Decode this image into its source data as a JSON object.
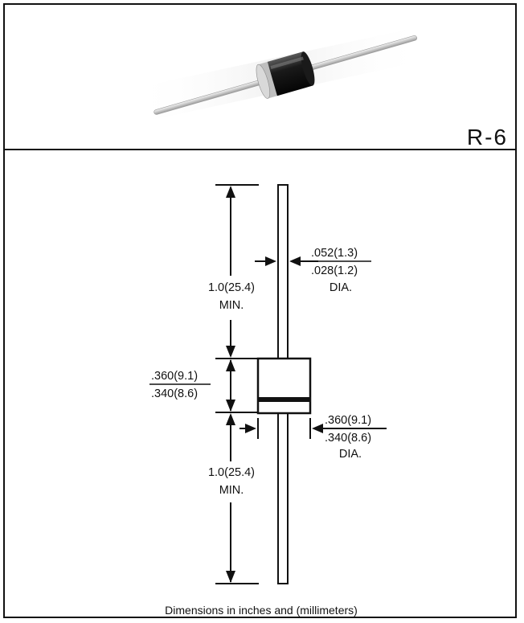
{
  "package": {
    "name": "R-6"
  },
  "dimensions": {
    "lead_dia_top": ".052(1.3)",
    "lead_dia_bottom": ".028(1.2)",
    "lead_dia_suffix": "DIA.",
    "lead_length_upper_1": "1.0(25.4)",
    "lead_length_upper_2": "MIN.",
    "body_length_top": ".360(9.1)",
    "body_length_bottom": ".340(8.6)",
    "body_dia_top": ".360(9.1)",
    "body_dia_bottom": ".340(8.6)",
    "body_dia_suffix": "DIA.",
    "lead_length_lower_1": "1.0(25.4)",
    "lead_length_lower_2": "MIN."
  },
  "footer": {
    "note": "Dimensions in inches and (millimeters)"
  }
}
